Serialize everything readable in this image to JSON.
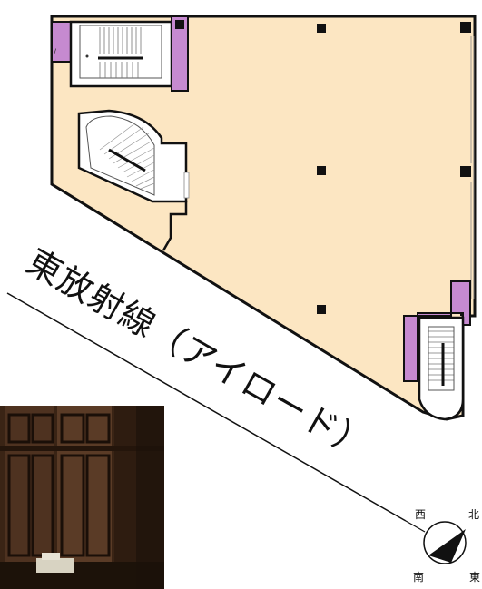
{
  "road": {
    "label": "東放射線（アイロード）"
  },
  "compass": {
    "west": "西",
    "north": "北",
    "south": "南",
    "east": "東"
  },
  "colors": {
    "floor": "#fce6c2",
    "utility": "#c68ad0",
    "wall": "#111111",
    "photo_wood": "#4a3020"
  }
}
